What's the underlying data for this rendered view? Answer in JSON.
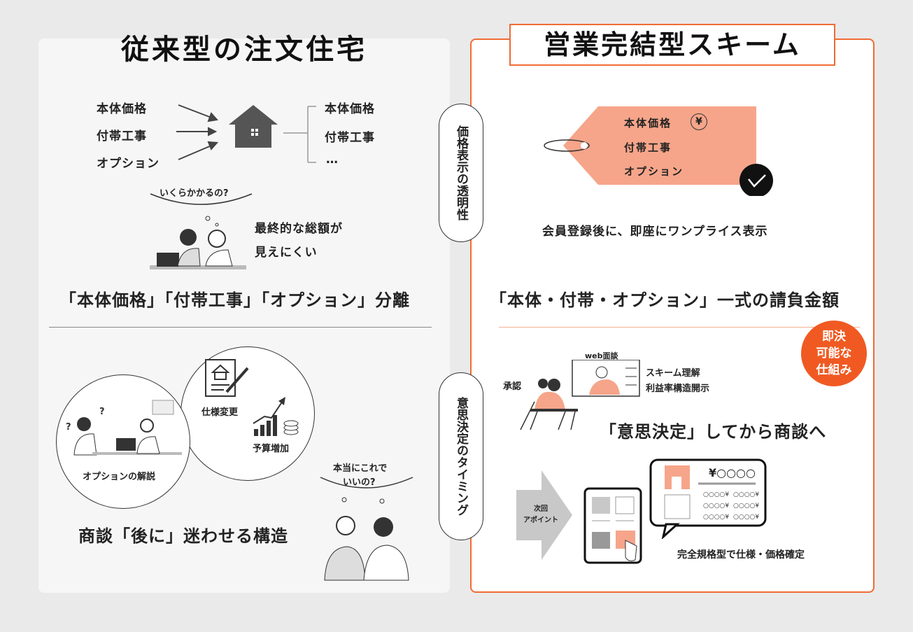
{
  "left": {
    "title": "従来型の注文住宅",
    "items": [
      "本体価格",
      "付帯工事",
      "オプション"
    ],
    "right_items": [
      "本体価格",
      "付帯工事",
      "…"
    ],
    "bubble": "いくらかかるの?",
    "caption_lines": [
      "最終的な総額が",
      "見えにくい"
    ],
    "heading1": "「本体価格」「付帯工事」「オプション」分離",
    "spec_change": "仕様変更",
    "budget_increase": "予算増加",
    "option_explain": "オプションの解説",
    "bubble2_lines": [
      "本当にこれで",
      "いいの?"
    ],
    "heading2": "商談「後に」迷わせる構造"
  },
  "middle": {
    "pill1": "価格表示の透明性",
    "pill2": "意思決定のタイミング"
  },
  "right": {
    "title": "営業完結型スキーム",
    "tag_items": [
      "本体価格",
      "付帯工事",
      "オプション"
    ],
    "yen_symbol": "¥",
    "caption1": "会員登録後に、即座にワンプライス表示",
    "heading1": "「本体・付帯・オプション」一式の請負金額",
    "badge_lines": [
      "即決",
      "可能な",
      "仕組み"
    ],
    "web_label": "web面談",
    "approval": "承認",
    "scheme_lines": [
      "スキーム理解",
      "利益率構造開示"
    ],
    "heading2": "「意思決定」してから商談へ",
    "next_label_lines": [
      "次回",
      "アポイント"
    ],
    "price_placeholder": "¥○○○○",
    "price_rows": [
      "○○○○¥",
      "○○○○¥",
      "○○○○¥",
      "○○○○¥",
      "○○○○¥",
      "○○○○¥"
    ],
    "caption2": "完全規格型で仕様・価格確定"
  },
  "colors": {
    "accent": "#f06b34",
    "tag": "#f6a58a",
    "badge": "#f05a22",
    "house": "#555555"
  }
}
